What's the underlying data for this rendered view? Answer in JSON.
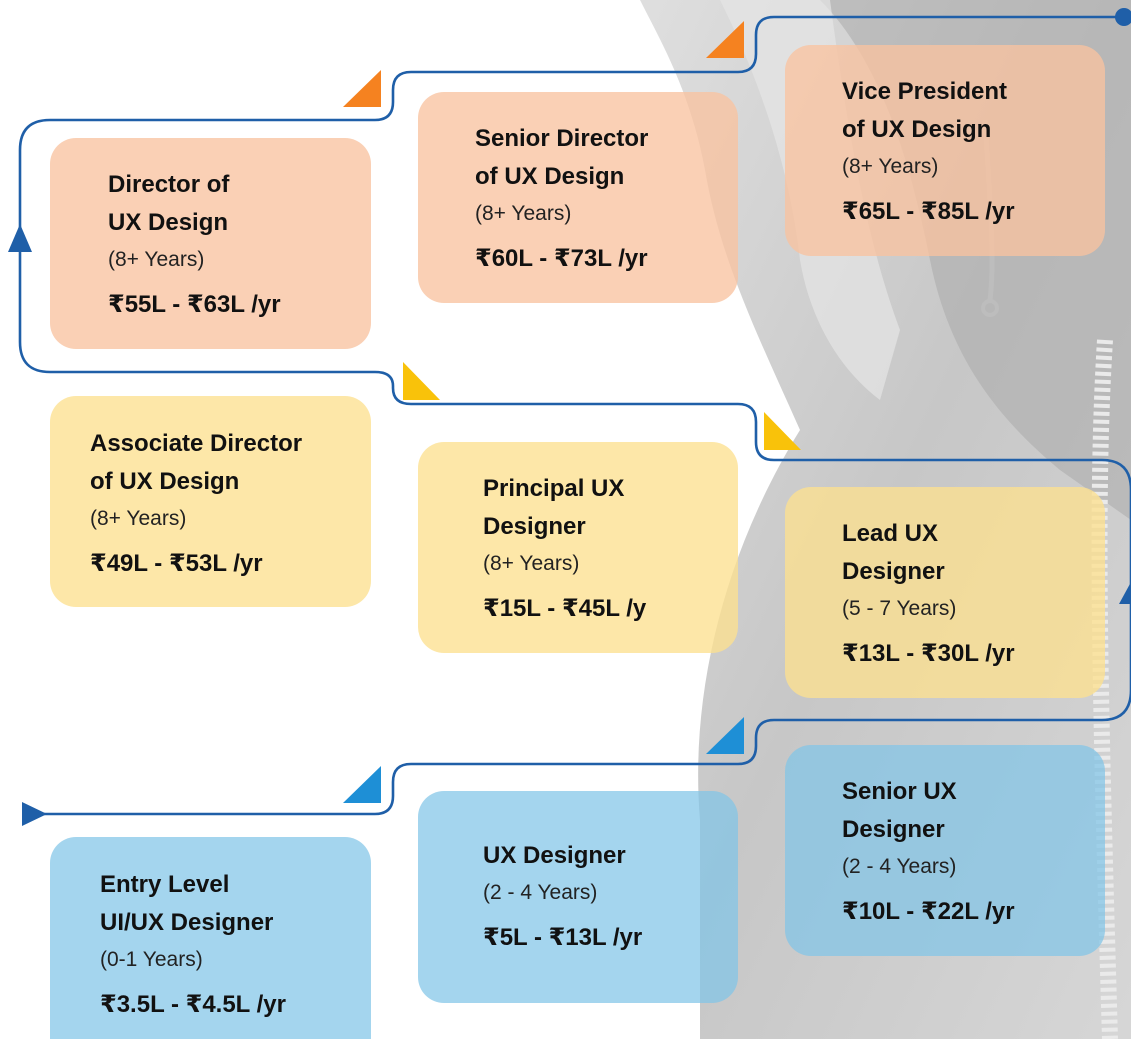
{
  "colors": {
    "orange_card": "#F9C3A0",
    "yellow_card": "#FDE08F",
    "blue_card": "#81C5E8",
    "orange_marker": "#F58220",
    "yellow_marker": "#F9C20A",
    "blue_marker": "#1E8FD6",
    "path_line": "#1F5FA8"
  },
  "cards": [
    {
      "title": "Entry Level\nUI/UX Designer",
      "years": "(0-1 Years)",
      "salary": "₹3.5L - ₹4.5L /yr",
      "tier": "blue"
    },
    {
      "title": "UX Designer",
      "years": "(2 - 4 Years)",
      "salary": "₹5L - ₹13L /yr",
      "tier": "blue"
    },
    {
      "title": "Senior UX\nDesigner",
      "years": "(2 - 4 Years)",
      "salary": "₹10L - ₹22L /yr",
      "tier": "blue"
    },
    {
      "title": "Lead UX\nDesigner",
      "years": "(5 - 7 Years)",
      "salary": "₹13L - ₹30L /yr",
      "tier": "yellow"
    },
    {
      "title": "Principal UX\nDesigner",
      "years": "(8+ Years)",
      "salary": "₹15L - ₹45L /y",
      "tier": "yellow"
    },
    {
      "title": "Associate Director\nof UX Design",
      "years": "(8+ Years)",
      "salary": "₹49L - ₹53L /yr",
      "tier": "yellow"
    },
    {
      "title": "Director of\nUX Design",
      "years": "(8+ Years)",
      "salary": "₹55L - ₹63L /yr",
      "tier": "orange"
    },
    {
      "title": "Senior Director\nof UX Design",
      "years": "(8+ Years)",
      "salary": "₹60L - ₹73L /yr",
      "tier": "orange"
    },
    {
      "title": "Vice President\nof UX Design",
      "years": "(8+ Years)",
      "salary": "₹65L - ₹85L /yr",
      "tier": "orange"
    }
  ]
}
